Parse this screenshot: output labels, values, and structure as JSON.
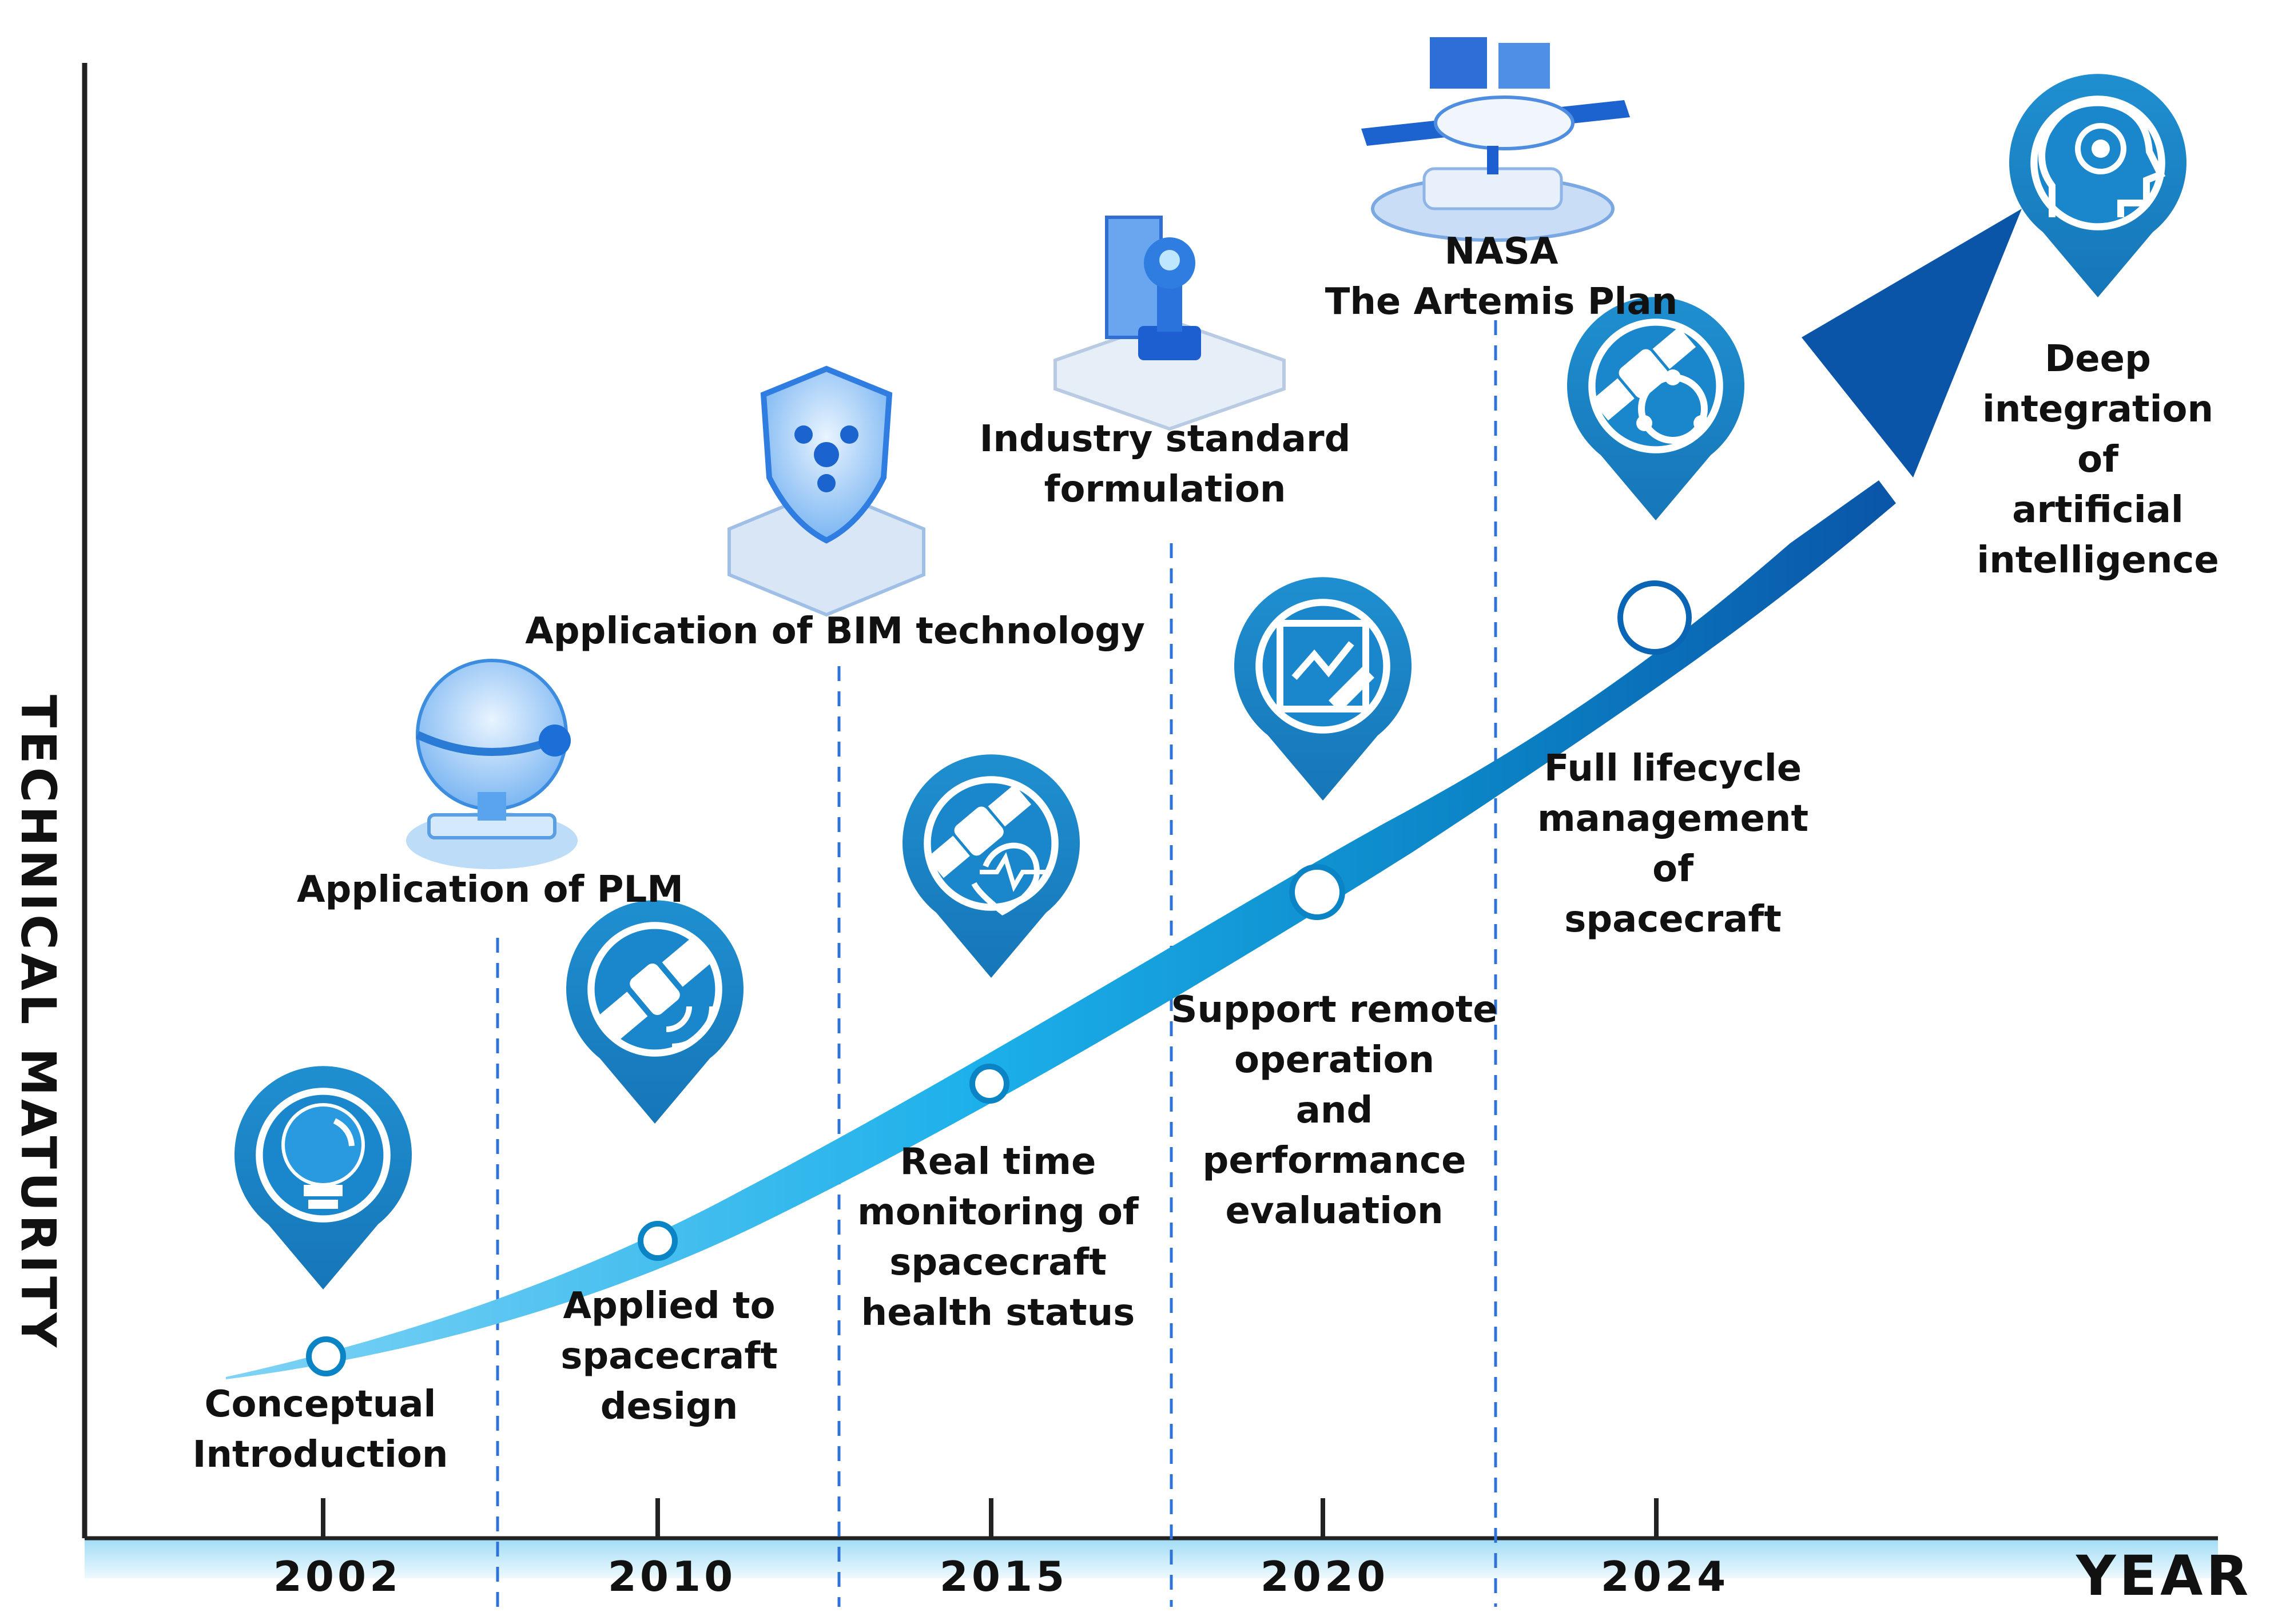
{
  "axes": {
    "y_title": "TECHNICAL    MATURITY",
    "x_title": "YEAR",
    "years": [
      "2002",
      "2010",
      "2015",
      "2020",
      "2024"
    ]
  },
  "milestones": [
    {
      "label": "Conceptual\nIntroduction",
      "icon": "lightbulb-icon"
    },
    {
      "label": "Applied to\nspacecraft\ndesign",
      "icon": "satellite-signal-icon"
    },
    {
      "label": "Real time\nmonitoring of\nspacecraft\nhealth status",
      "icon": "satellite-heartbeat-icon"
    },
    {
      "label": "Support remote\noperation\nand\nperformance\nevaluation",
      "icon": "chart-edit-icon"
    },
    {
      "label": "Full lifecycle\nmanagement\nof\nspacecraft",
      "icon": "satellite-cycle-icon"
    },
    {
      "label": "Deep integration\nof\nartificial\nintelligence",
      "icon": "ai-head-icon"
    }
  ],
  "events": [
    {
      "label": "Application of PLM",
      "icon": "plm-globe-icon"
    },
    {
      "label": "Application of BIM technology",
      "icon": "bim-shield-icon"
    },
    {
      "label": "Industry standard\nformulation",
      "icon": "standard-stamp-icon"
    },
    {
      "label": "NASA\nThe Artemis Plan",
      "icon": "artemis-spacecraft-icon"
    }
  ],
  "colors": {
    "accent_dark": "#0a5ba8",
    "accent": "#0b84c6",
    "accent_light": "#29b8ee",
    "pin": "#1a7fc0",
    "dash": "#2f73d8"
  }
}
